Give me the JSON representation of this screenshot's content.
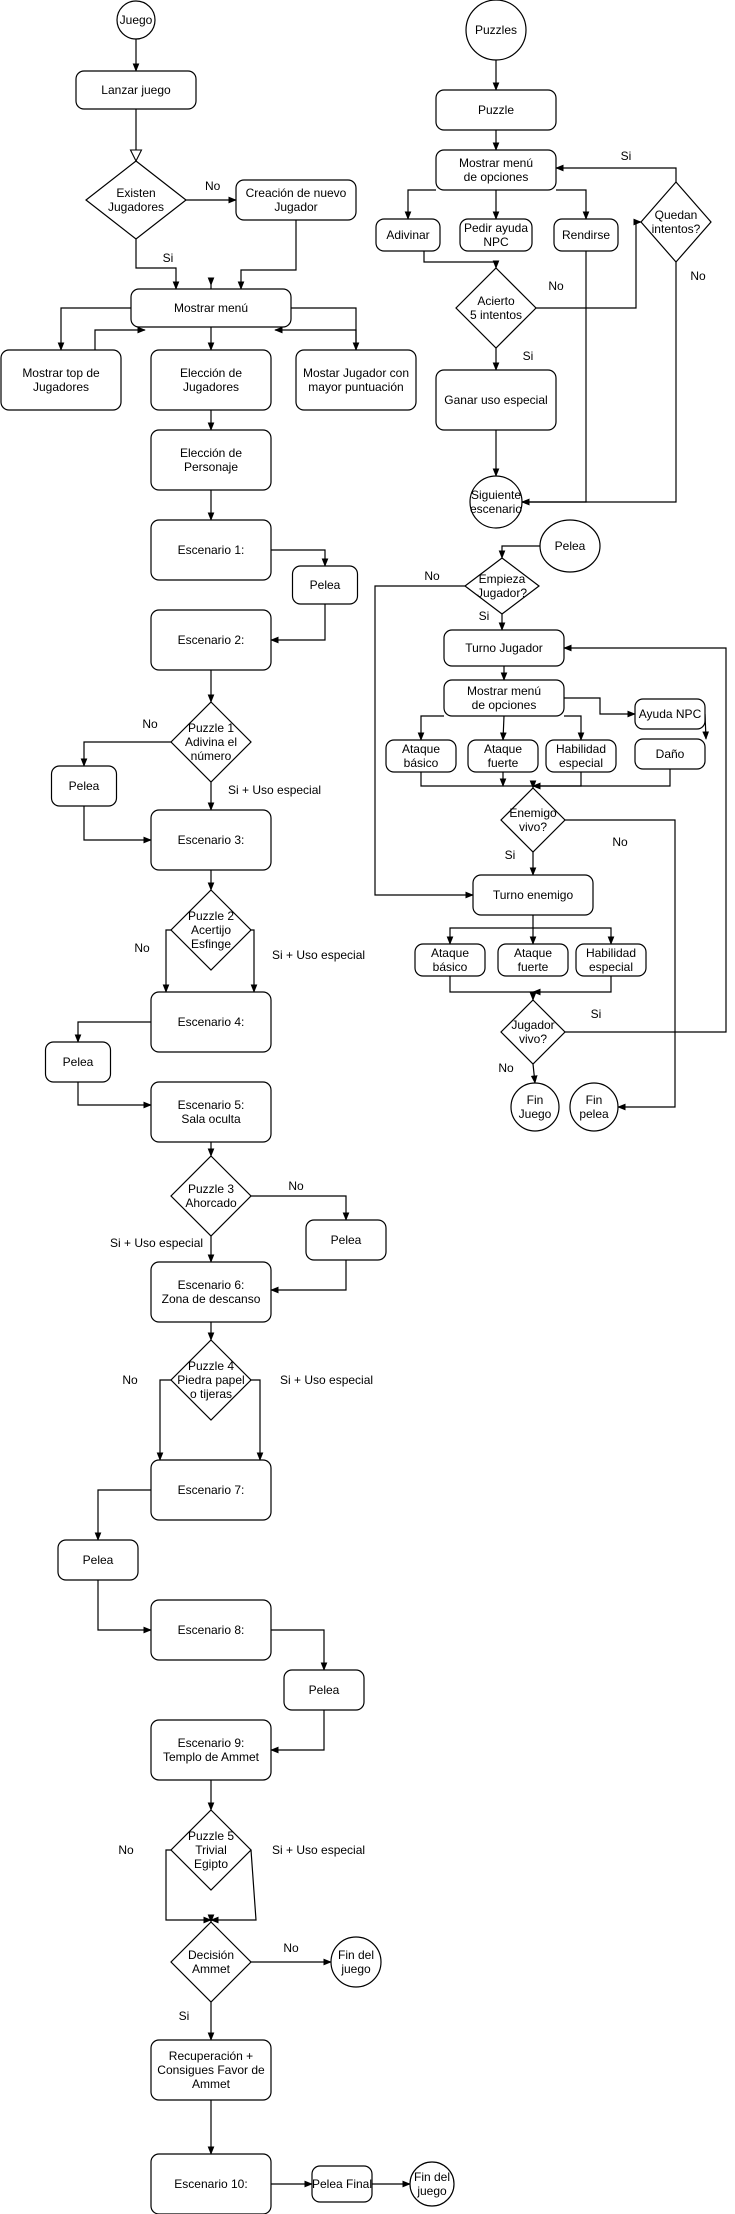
{
  "nodes": {
    "juego": [
      "Juego"
    ],
    "lanzar": [
      "Lanzar juego"
    ],
    "existen": [
      "Existen",
      "Jugadores"
    ],
    "creacion": [
      "Creación de nuevo",
      "Jugador"
    ],
    "menu": [
      "Mostrar menú"
    ],
    "top": [
      "Mostrar top de",
      "Jugadores"
    ],
    "eleccion_jug": [
      "Elección de",
      "Jugadores"
    ],
    "mayor": [
      "Mostar Jugador con",
      "mayor puntuación"
    ],
    "eleccion_per": [
      "Elección de",
      "Personaje"
    ],
    "esc1": [
      "Escenario 1:"
    ],
    "pelea1": [
      "Pelea"
    ],
    "esc2": [
      "Escenario 2:"
    ],
    "puzzle1": [
      "Puzzle 1",
      "Adivina el",
      "número"
    ],
    "pelea2": [
      "Pelea"
    ],
    "esc3": [
      "Escenario 3:"
    ],
    "puzzle2": [
      "Puzzle 2",
      "Acertijo",
      "Esfinge"
    ],
    "esc4": [
      "Escenario 4:"
    ],
    "pelea3": [
      "Pelea"
    ],
    "esc5": [
      "Escenario 5:",
      "Sala oculta"
    ],
    "puzzle3": [
      "Puzzle 3",
      "Ahorcado"
    ],
    "pelea4": [
      "Pelea"
    ],
    "esc6": [
      "Escenario 6:",
      "Zona de descanso"
    ],
    "puzzle4": [
      "Puzzle 4",
      "Piedra papel",
      "o tijeras"
    ],
    "esc7": [
      "Escenario 7:"
    ],
    "pelea5": [
      "Pelea"
    ],
    "esc8": [
      "Escenario 8:"
    ],
    "pelea6": [
      "Pelea"
    ],
    "esc9": [
      "Escenario 9:",
      "Templo de Ammet"
    ],
    "puzzle5": [
      "Puzzle 5",
      "Trivial",
      "Egipto"
    ],
    "decision": [
      "Decisión",
      "Ammet"
    ],
    "fin_juego1": [
      "Fin del",
      "juego"
    ],
    "recuperacion": [
      "Recuperación +",
      "Consigues Favor de",
      "Ammet"
    ],
    "esc10": [
      "Escenario 10:"
    ],
    "pelea_final": [
      "Pelea Final"
    ],
    "fin_juego2": [
      "Fin del",
      "juego"
    ],
    "puzzles": [
      "Puzzles"
    ],
    "puzzle": [
      "Puzzle"
    ],
    "menu_opc": [
      "Mostrar menú",
      "de opciones"
    ],
    "adivinar": [
      "Adivinar"
    ],
    "ayuda_npc": [
      "Pedir ayuda",
      "NPC"
    ],
    "rendirse": [
      "Rendirse"
    ],
    "quedan": [
      "Quedan",
      "intentos?"
    ],
    "acierto": [
      "Acierto",
      "5 intentos"
    ],
    "ganar": [
      "Ganar uso especial"
    ],
    "siguiente": [
      "Siguiente",
      "escenario"
    ],
    "pelea_start": [
      "Pelea"
    ],
    "empieza": [
      "Empieza",
      "Jugador?"
    ],
    "turno_jug": [
      "Turno Jugador"
    ],
    "menu_opc2": [
      "Mostrar menú",
      "de opciones"
    ],
    "ayuda_npc2": [
      "Ayuda NPC"
    ],
    "atk_basico": [
      "Ataque",
      "básico"
    ],
    "atk_fuerte": [
      "Ataque",
      "fuerte"
    ],
    "hab_especial": [
      "Habilidad",
      "especial"
    ],
    "dano": [
      "Daño"
    ],
    "enemigo_vivo": [
      "Enemigo",
      "vivo?"
    ],
    "turno_ene": [
      "Turno enemigo"
    ],
    "e_atk_basico": [
      "Ataque",
      "básico"
    ],
    "e_atk_fuerte": [
      "Ataque",
      "fuerte"
    ],
    "e_hab_especial": [
      "Habilidad",
      "especial"
    ],
    "jugador_vivo": [
      "Jugador",
      "vivo?"
    ],
    "fin_juego3": [
      "Fin",
      "Juego"
    ],
    "fin_pelea": [
      "Fin",
      "pelea"
    ]
  },
  "labels": {
    "existen_no": "No",
    "existen_si": "Si",
    "p1_no": "No",
    "p1_si": "Si + Uso especial",
    "p2_no": "No",
    "p2_si": "Si + Uso especial",
    "p3_no": "No",
    "p3_si": "Si + Uso especial",
    "p4_no": "No",
    "p4_si": "Si + Uso especial",
    "p5_no": "No",
    "p5_si": "Si + Uso especial",
    "dec_no": "No",
    "dec_si": "Si",
    "quedan_si": "Si",
    "quedan_no": "No",
    "acierto_no": "No",
    "acierto_si": "Si",
    "empieza_no": "No",
    "empieza_si": "Si",
    "enemigo_no": "No",
    "enemigo_si": "Si",
    "jugvivo_si": "Si",
    "jugvivo_no": "No"
  },
  "colors": {
    "stroke": "#000000",
    "fill": "#ffffff"
  }
}
